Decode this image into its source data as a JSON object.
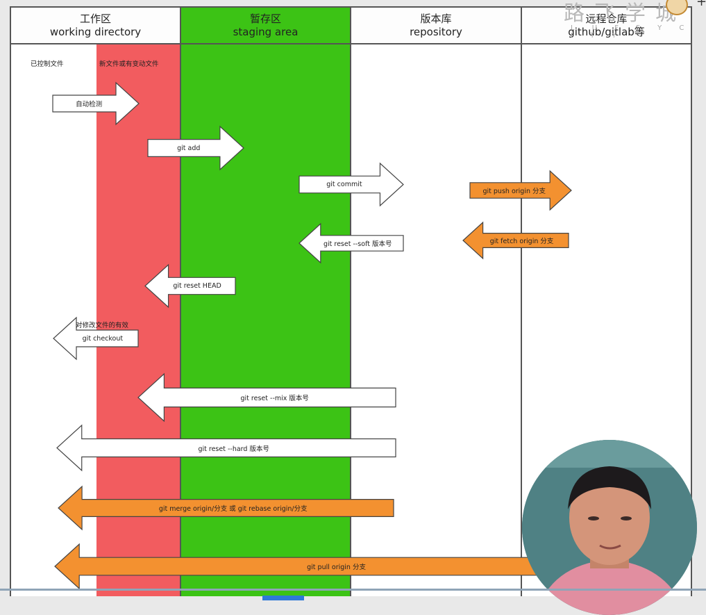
{
  "headers": [
    {
      "title": "工作区",
      "subtitle": "working directory"
    },
    {
      "title": "暂存区",
      "subtitle": "staging area"
    },
    {
      "title": "版本库",
      "subtitle": "repository"
    },
    {
      "title": "远程仓库",
      "subtitle": "github/gitlab等"
    }
  ],
  "column_labels": {
    "tracked": "已控制文件",
    "new_or_changed": "新文件或有变动文件"
  },
  "arrows": {
    "auto_detect": "自动检测",
    "git_add": "git add",
    "git_commit": "git commit",
    "git_push": "git push origin 分支",
    "git_reset_soft": "git reset --soft 版本号",
    "git_fetch": "git fetch origin  分支",
    "git_reset_head": "git reset HEAD",
    "checkout_note": "对修改文件的有效",
    "git_checkout": "git checkout",
    "git_reset_mix": "git reset --mix 版本号",
    "git_reset_hard": "git reset --hard 版本号",
    "git_merge": "git merge origin/分支 或 git rebase origin/分支",
    "git_pull": "git pull origin  分支"
  },
  "watermark": {
    "brand": "路飞学城",
    "sub": "L U F F Y C I T Y"
  },
  "overlay": {
    "plus": "+"
  },
  "video": {
    "progress": 0.0
  },
  "colors": {
    "green": "#3cc315",
    "red": "#f25c5f",
    "orange": "#f39130",
    "white_arrow": "#ffffff",
    "progress": "#2f7ad8"
  }
}
